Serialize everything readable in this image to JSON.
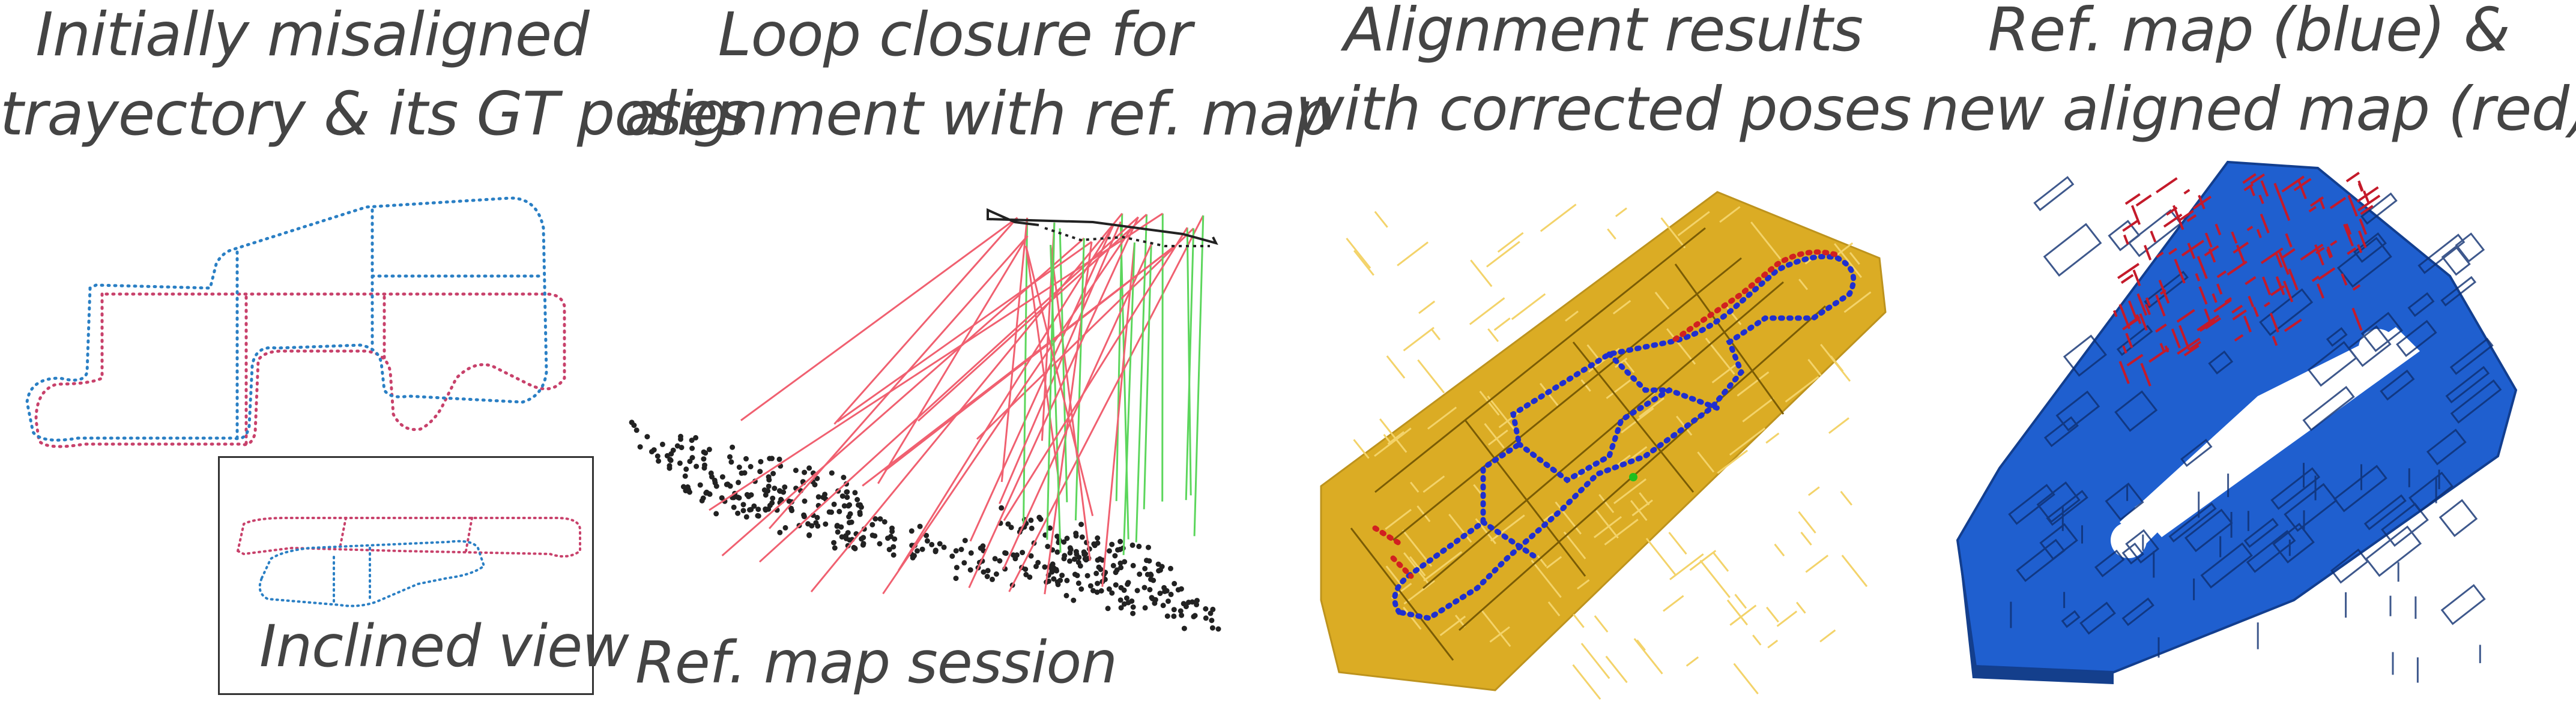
{
  "panels": [
    {
      "title_line1": "Initially misaligned",
      "title_line2": "trayectory & its GT poses",
      "inset_label": "Inclined view"
    },
    {
      "title_line1": "Loop closure for",
      "title_line2": "alignment with ref. map",
      "caption": "Ref. map session"
    },
    {
      "title_line1": "Alignment results",
      "title_line2": "with corrected poses"
    },
    {
      "title_line1": "Ref. map (blue) &",
      "title_line2": "new aligned map (red)"
    }
  ],
  "colors": {
    "trajectory_blue": "#2a7fc4",
    "trajectory_red": "#c8416b",
    "link_red": "#f06070",
    "link_green": "#5cd65c",
    "map_gold": "#d9a512",
    "pose_blue": "#1f2fd0",
    "pose_red": "#d12020",
    "ref_map_blue": "#1f5fcf",
    "new_map_red": "#c41a2a"
  }
}
